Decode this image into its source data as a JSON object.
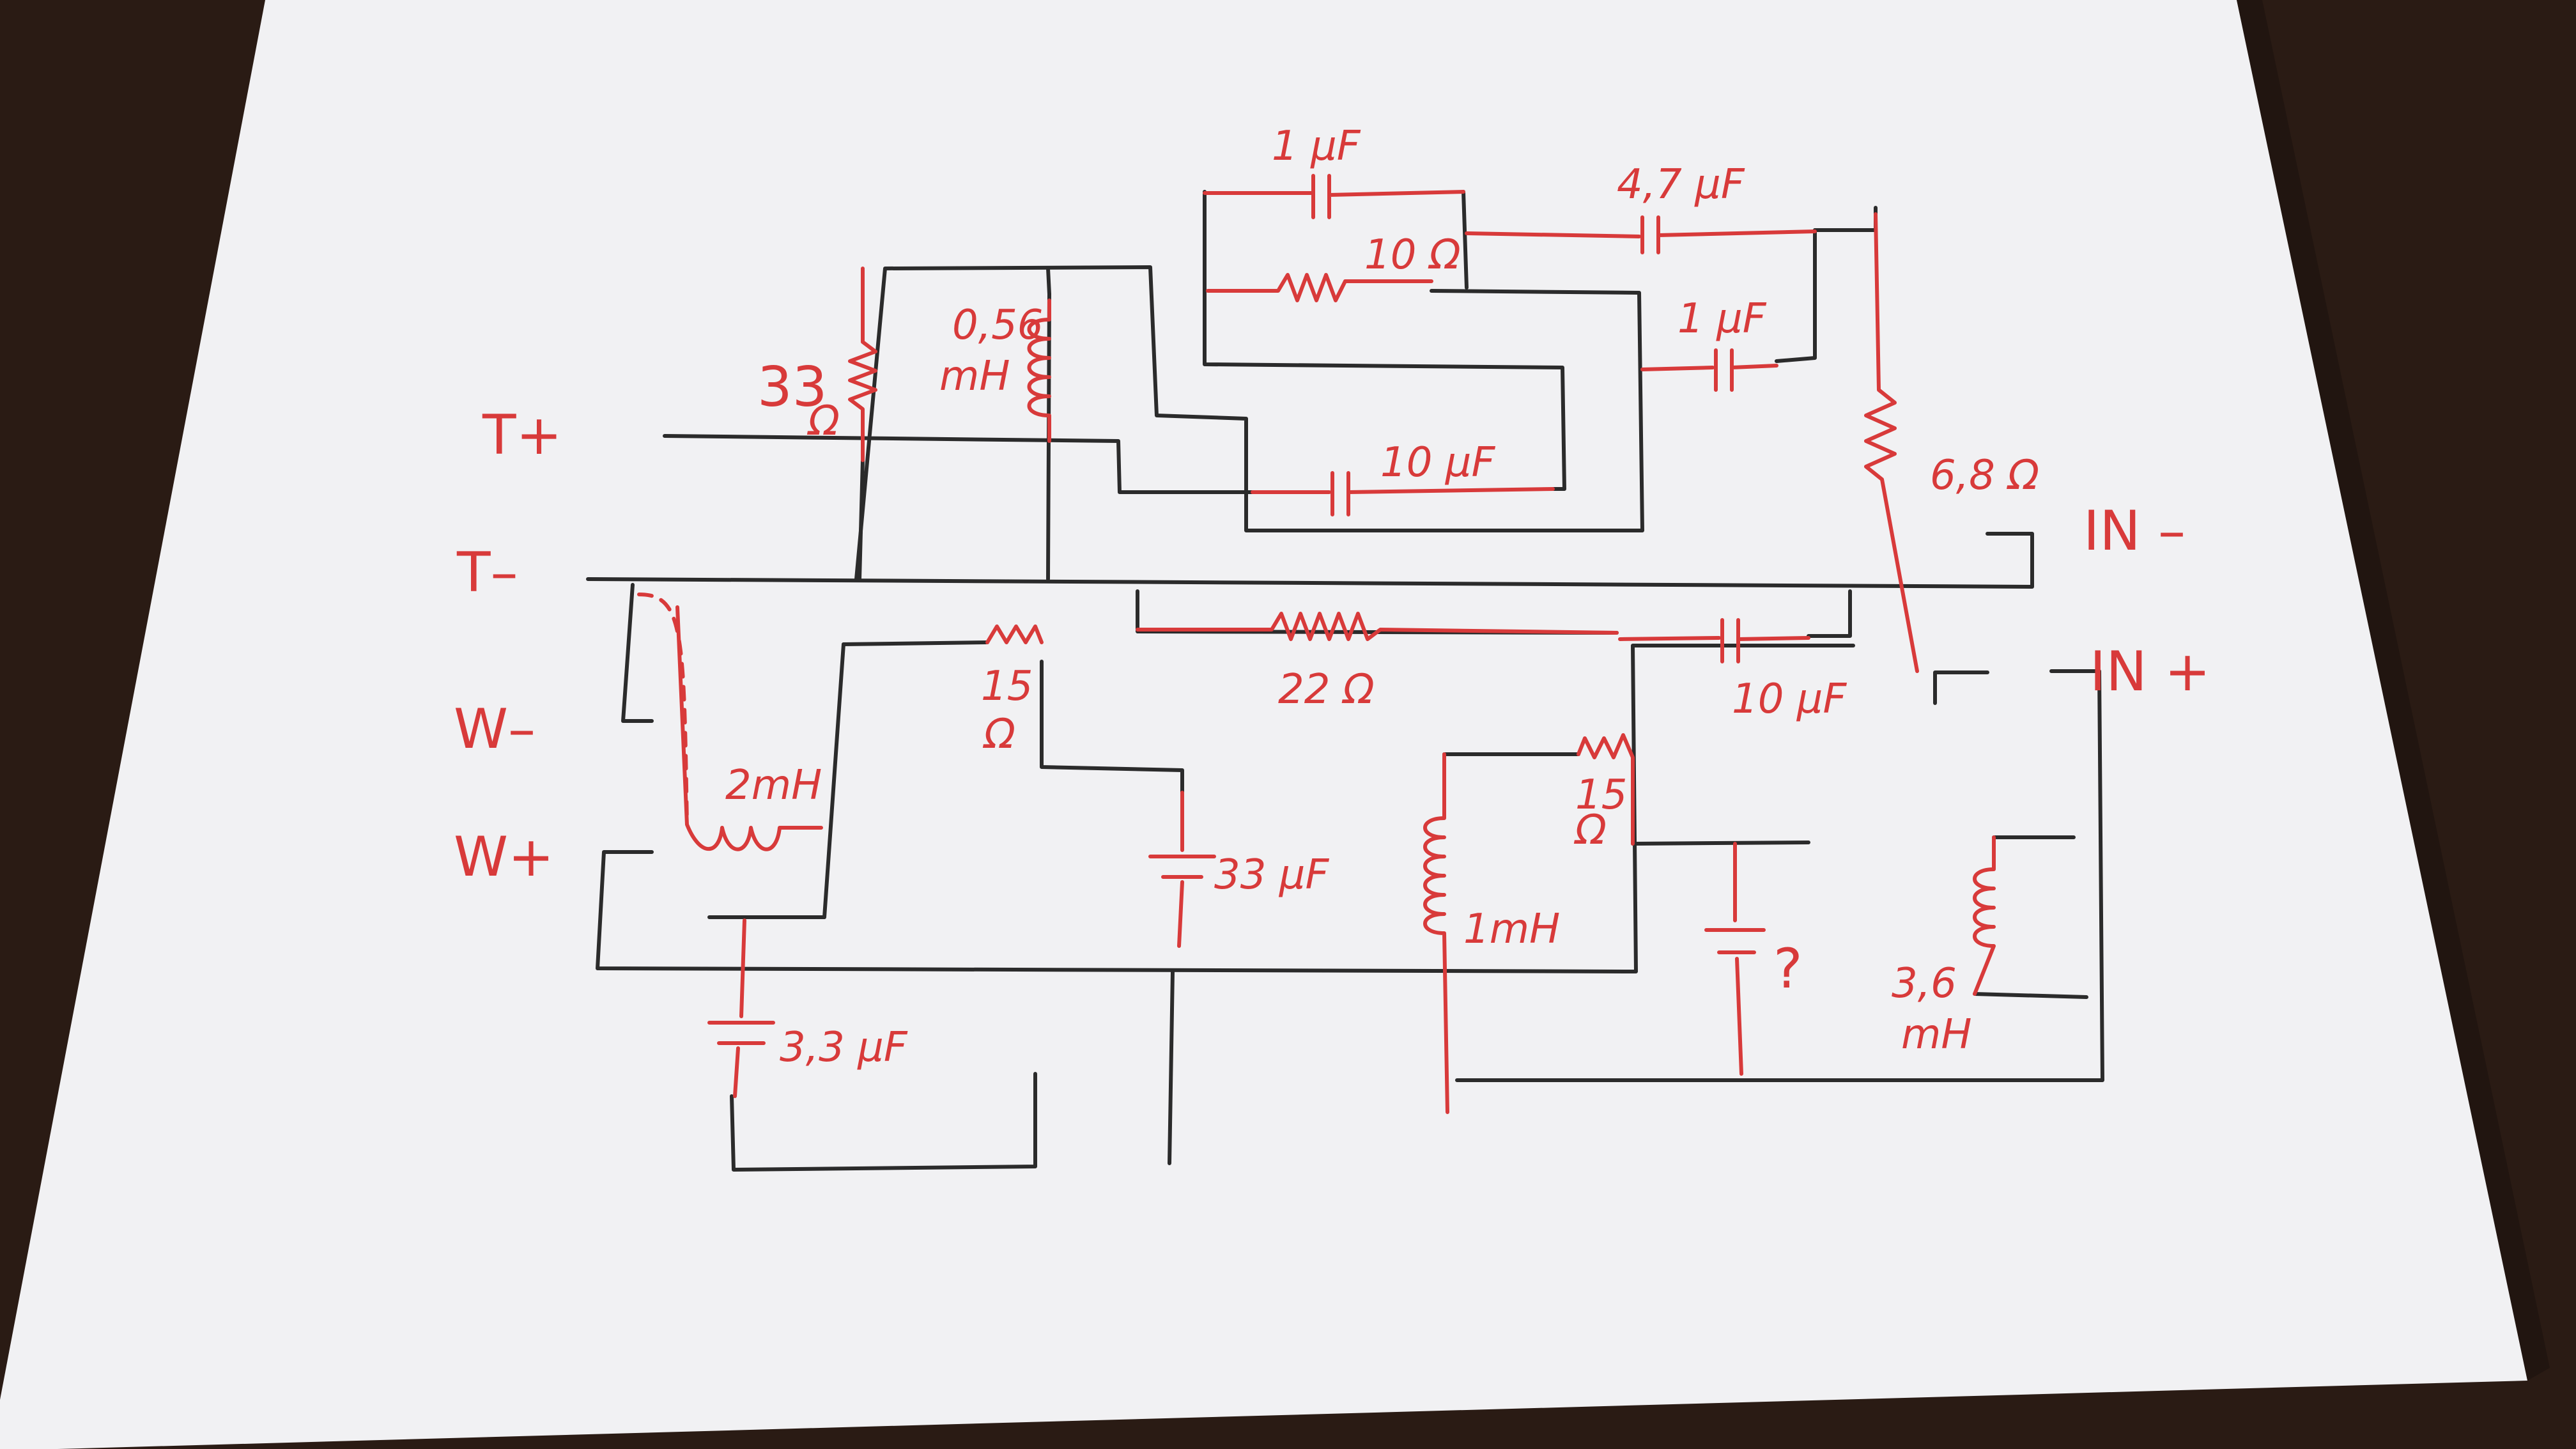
{
  "colors": {
    "ink_red": "#d83a3a",
    "ink_black": "#2b2b2b",
    "paper": "#f2f2f4",
    "table": "#2a1b14"
  },
  "terminals": {
    "t_plus": "T+",
    "t_minus": "T–",
    "w_minus": "W–",
    "w_plus": "W+",
    "in_minus": "IN –",
    "in_plus": "IN +"
  },
  "components": {
    "c_1uf_top": "1 μF",
    "c_4_7uf": "4,7 μF",
    "r_10": "10 Ω",
    "l_0_56_value": "0,56",
    "l_0_56_unit": "mH",
    "r_33_value": "33",
    "r_33_unit": "Ω",
    "c_1uf_mid": "1 μF",
    "c_10uf_top": "10 μF",
    "r_6_8": "6,8 Ω",
    "r_22": "22 Ω",
    "c_10uf_bottom": "10 μF",
    "r_15_left_value": "15",
    "r_15_left_unit": "Ω",
    "l_2mh": "2mH",
    "c_33uf": "33 μF",
    "r_15_right_value": "15",
    "r_15_right_unit": "Ω",
    "l_1mh": "1mH",
    "c_unknown": "?",
    "l_3_6_value": "3,6",
    "l_3_6_unit": "mH",
    "c_3_3uf": "3,3 μF"
  }
}
